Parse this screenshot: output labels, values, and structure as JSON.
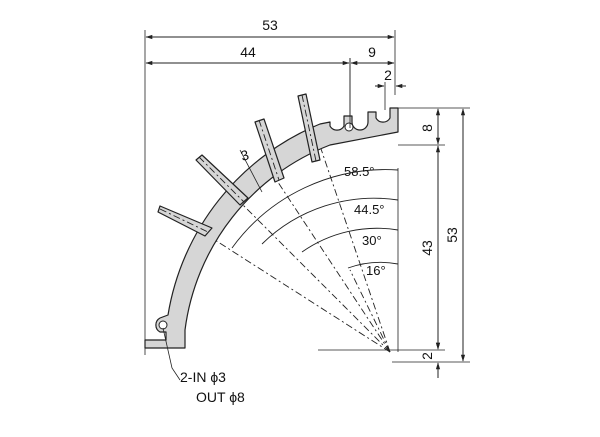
{
  "dimensions": {
    "total_width": "53",
    "inner_width": "44",
    "right_width": "9",
    "top_gap": "2",
    "top_height": "8",
    "mid_height": "43",
    "total_height": "53",
    "bottom_gap": "2",
    "fin_thickness": "3"
  },
  "angles": [
    "58.5°",
    "44.5°",
    "30°",
    "16°"
  ],
  "holes": {
    "line1": "2-IN ϕ3",
    "line2": "OUT ϕ8"
  }
}
